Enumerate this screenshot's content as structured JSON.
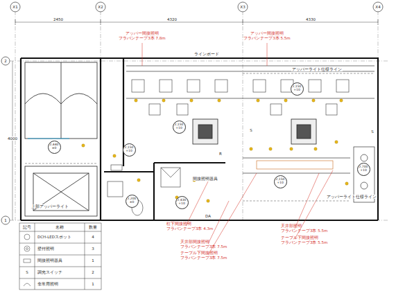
{
  "diagram": {
    "nodes": [
      {
        "text": [
          "2,440",
          "±0"
        ]
      },
      {
        "text": [
          "2,150",
          "+10"
        ]
      },
      {
        "text": [
          "2,150",
          "+10"
        ]
      },
      {
        "text": [
          "2,150",
          "+10"
        ]
      },
      {
        "text": [
          "2,200",
          "±0"
        ]
      },
      {
        "text": [
          "2,430",
          "+10"
        ]
      },
      {
        "text": [
          "2,150",
          "+10"
        ]
      },
      {
        "text": [
          "2,700",
          "+10"
        ]
      }
    ],
    "labels": [
      "X1",
      "X2",
      "X3",
      "X4",
      "2",
      "1",
      "2450",
      "4320",
      "4330",
      "4000",
      "アッパー間接照明",
      "フラバンテープ3本 7.8m",
      "アッパー間接照明",
      "フラバンテープ3本 5.5m",
      "ラインボード",
      "アッパーライト仕様ライン",
      "上部アッパーライト",
      "R",
      "S",
      "S",
      "間接照明器具",
      "DA",
      "柱下間接照明",
      "フラバンテープ3本 4.3m",
      "天井部間接照明",
      "フラバンテープ3本 7.5m",
      "テーブル下間接照明",
      "フラバンテープ3本 7.5m",
      "天井部照明",
      "フラバンテープ3本 5.5m",
      "テーブル下間接照明",
      "フラバンテープ3本 5.5m",
      "アッパーライト仕様ライン",
      "記号",
      "名称",
      "数量",
      "DCH-LEDスポット",
      "4",
      "壁付照明",
      "3",
      "間接照明器具",
      "1",
      "S",
      "調光スイッチ",
      "2",
      "非常用照明",
      "1"
    ]
  }
}
